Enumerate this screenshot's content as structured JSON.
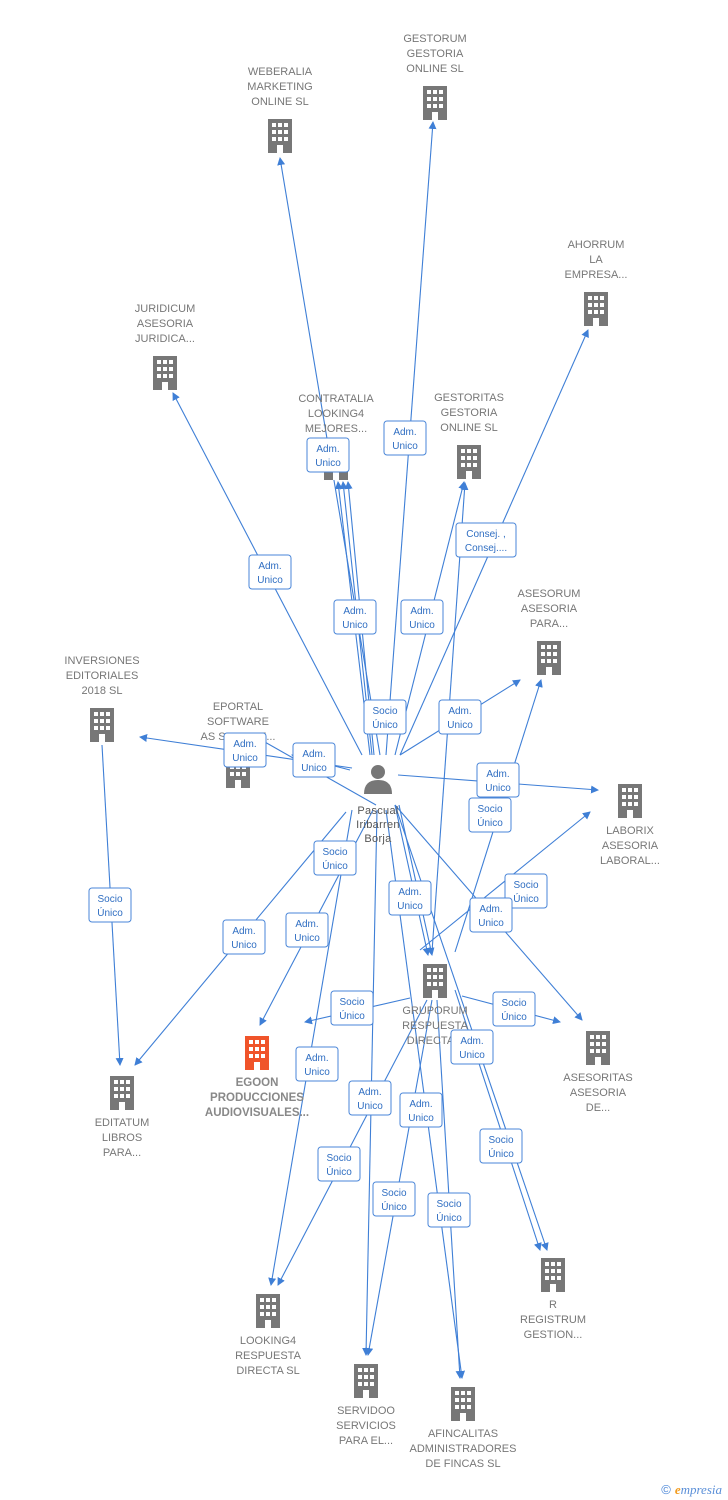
{
  "center": {
    "name_lines": [
      "Pascual",
      "Iribarren",
      "Borja"
    ],
    "icon": "person-icon"
  },
  "companies": [
    {
      "id": "weberalia",
      "lines": [
        "WEBERALIA",
        "MARKETING",
        "ONLINE SL"
      ],
      "icon": "building-icon"
    },
    {
      "id": "gestorum",
      "lines": [
        "GESTORUM",
        "GESTORIA",
        "ONLINE SL"
      ],
      "icon": "building-icon"
    },
    {
      "id": "ahorrum",
      "lines": [
        "AHORRUM",
        "LA",
        "EMPRESA..."
      ],
      "icon": "building-icon"
    },
    {
      "id": "juridicum",
      "lines": [
        "JURIDICUM",
        "ASESORIA",
        "JURIDICA..."
      ],
      "icon": "building-icon"
    },
    {
      "id": "contratalia",
      "lines": [
        "CONTRATALIA",
        "LOOKING4",
        "MEJORES..."
      ],
      "icon": "building-icon"
    },
    {
      "id": "gestoritas",
      "lines": [
        "GESTORITAS",
        "GESTORIA",
        "ONLINE  SL"
      ],
      "icon": "building-icon"
    },
    {
      "id": "asesorum",
      "lines": [
        "ASESORUM",
        "ASESORIA",
        "PARA..."
      ],
      "icon": "building-icon"
    },
    {
      "id": "inversiones",
      "lines": [
        "INVERSIONES",
        "EDITORIALES",
        "2018  SL"
      ],
      "icon": "building-icon"
    },
    {
      "id": "eportal",
      "lines": [
        "EPORTAL",
        "SOFTWARE",
        "AS SERVICE..."
      ],
      "icon": "building-icon"
    },
    {
      "id": "laborix",
      "lines": [
        "LABORIX",
        "ASESORIA",
        "LABORAL..."
      ],
      "icon": "building-icon"
    },
    {
      "id": "gruporum",
      "lines": [
        "GRUPORUM",
        "RESPUESTA",
        "DIRECTA..."
      ],
      "icon": "building-icon"
    },
    {
      "id": "egoon",
      "lines": [
        "EGOON",
        "PRODUCCIONES",
        "AUDIOVISUALES..."
      ],
      "icon": "building-icon",
      "highlight": true
    },
    {
      "id": "editatum",
      "lines": [
        "EDITATUM",
        "LIBROS",
        "PARA..."
      ],
      "icon": "building-icon"
    },
    {
      "id": "asesoritas",
      "lines": [
        "ASESORITAS",
        "ASESORIA",
        "DE..."
      ],
      "icon": "building-icon"
    },
    {
      "id": "registrum",
      "lines": [
        "R",
        "REGISTRUM",
        "GESTION..."
      ],
      "icon": "building-icon"
    },
    {
      "id": "looking4",
      "lines": [
        "LOOKING4",
        "RESPUESTA",
        "DIRECTA SL"
      ],
      "icon": "building-icon"
    },
    {
      "id": "servidoo",
      "lines": [
        "SERVIDOO",
        "SERVICIOS",
        "PARA EL..."
      ],
      "icon": "building-icon"
    },
    {
      "id": "afincalitas",
      "lines": [
        "AFINCALITAS",
        "ADMINISTRADORES",
        "DE FINCAS  SL"
      ],
      "icon": "building-icon"
    }
  ],
  "relations": [
    [
      "Adm.",
      "Unico"
    ],
    [
      "Adm.",
      "Unico"
    ],
    [
      "Consej. ,",
      "Consej...."
    ],
    [
      "Adm.",
      "Unico"
    ],
    [
      "Adm.",
      "Unico"
    ],
    [
      "Adm.",
      "Unico"
    ],
    [
      "Socio",
      "Único"
    ],
    [
      "Adm.",
      "Unico"
    ],
    [
      "Adm.",
      "Unico"
    ],
    [
      "Adm.",
      "Unico"
    ],
    [
      "Adm.",
      "Unico"
    ],
    [
      "Socio",
      "Único"
    ],
    [
      "Socio",
      "Único"
    ],
    [
      "Socio",
      "Único"
    ],
    [
      "Adm.",
      "Unico"
    ],
    [
      "Adm.",
      "Unico"
    ],
    [
      "Adm.",
      "Unico"
    ],
    [
      "Adm.",
      "Unico"
    ],
    [
      "Socio",
      "Único"
    ],
    [
      "Socio",
      "Único"
    ],
    [
      "Adm.",
      "Unico"
    ],
    [
      "Adm.",
      "Unico"
    ],
    [
      "Adm.",
      "Unico"
    ],
    [
      "Adm.",
      "Unico"
    ],
    [
      "Socio",
      "Único"
    ],
    [
      "Socio",
      "Único"
    ],
    [
      "Socio",
      "Único"
    ],
    [
      "Socio",
      "Único"
    ],
    [
      "Socio",
      "Único"
    ]
  ],
  "colors": {
    "edge": "#3f7fd6",
    "node": "#777777",
    "highlight": "#f0542a"
  },
  "footer": {
    "copyright": "©",
    "brand_initial": "e",
    "brand_rest": "mpresia"
  }
}
